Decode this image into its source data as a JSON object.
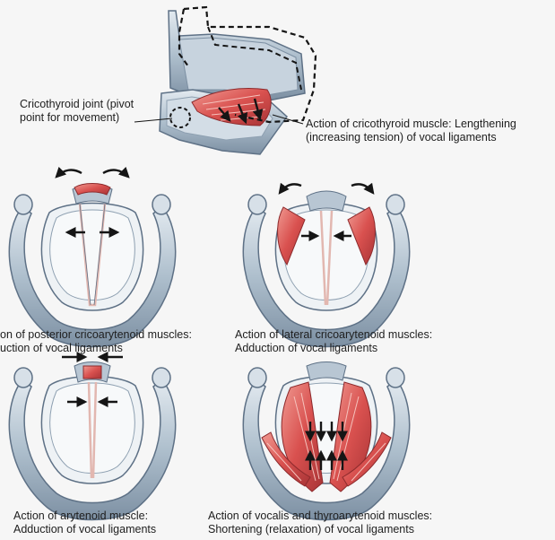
{
  "figure": {
    "colors": {
      "background": "#f6f6f6",
      "cartilage": "#aebfcd",
      "cartilage_dark": "#5e7186",
      "cartilage_light": "#e3eaf0",
      "muscle": "#d9514f",
      "ligament": "#e2b7b0",
      "arrow": "#151515"
    },
    "top_panel": {
      "label_joint": [
        "Cricothyroid joint (pivot",
        "point for movement)"
      ],
      "label_action": [
        "Action of cricothyroid muscle: Lengthening",
        "(increasing tension) of vocal ligaments"
      ]
    },
    "panels": [
      {
        "id": "posterior-cricoarytenoid",
        "caption": [
          "on of posterior cricoarytenoid muscles:",
          "uction of vocal ligaments"
        ]
      },
      {
        "id": "lateral-cricoarytenoid",
        "caption": [
          "Action of lateral cricoarytenoid muscles:",
          "Adduction of vocal ligaments"
        ]
      },
      {
        "id": "arytenoid",
        "caption": [
          "Action of arytenoid muscle:",
          "Adduction of vocal ligaments"
        ]
      },
      {
        "id": "vocalis-thyroarytenoid",
        "caption": [
          "Action of vocalis and thyroarytenoid muscles:",
          "Shortening (relaxation) of vocal ligaments"
        ]
      }
    ]
  }
}
